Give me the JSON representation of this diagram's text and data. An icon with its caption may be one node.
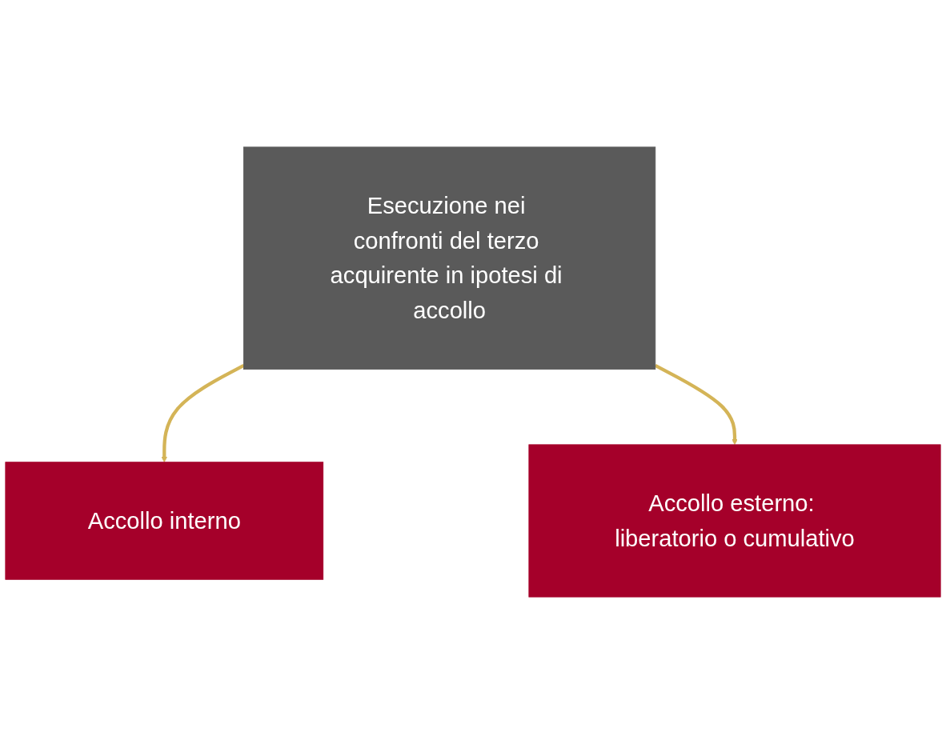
{
  "diagram": {
    "nodes": [
      {
        "text": [
          "Esecuzione nei confronti del terzo acquirente in ipotesi di accollo"
        ]
      },
      {
        "text": [
          "Accollo interno"
        ]
      },
      {
        "text": [
          "Accollo esterno: liberatorio o cumulativo"
        ]
      }
    ],
    "edges": [
      {
        "from": 0,
        "to": 1,
        "arrow": "to"
      },
      {
        "from": 0,
        "to": 2,
        "arrow": "to"
      }
    ]
  }
}
